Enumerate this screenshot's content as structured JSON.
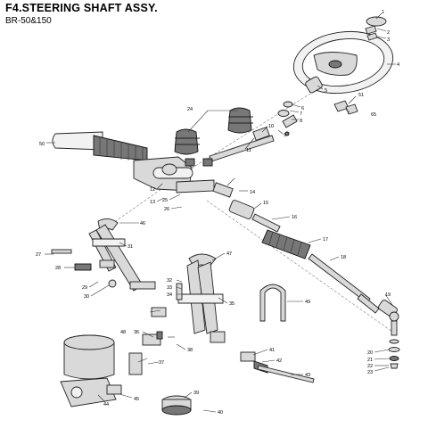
{
  "header": {
    "title": "F4.STEERING SHAFT ASSY.",
    "subtitle": "BR-50&150"
  },
  "callouts": [
    "1",
    "2",
    "3",
    "4",
    "5",
    "51",
    "6",
    "65",
    "7",
    "8",
    "9",
    "24",
    "10",
    "11",
    "50",
    "12",
    "13",
    "14",
    "15",
    "16",
    "17",
    "18",
    "19",
    "20",
    "21",
    "22",
    "23",
    "25",
    "26",
    "27",
    "28",
    "29",
    "30",
    "31",
    "32",
    "33",
    "34",
    "35",
    "36",
    "37",
    "38",
    "39",
    "40",
    "41",
    "42",
    "43",
    "44",
    "45",
    "46",
    "47",
    "48",
    "49"
  ]
}
